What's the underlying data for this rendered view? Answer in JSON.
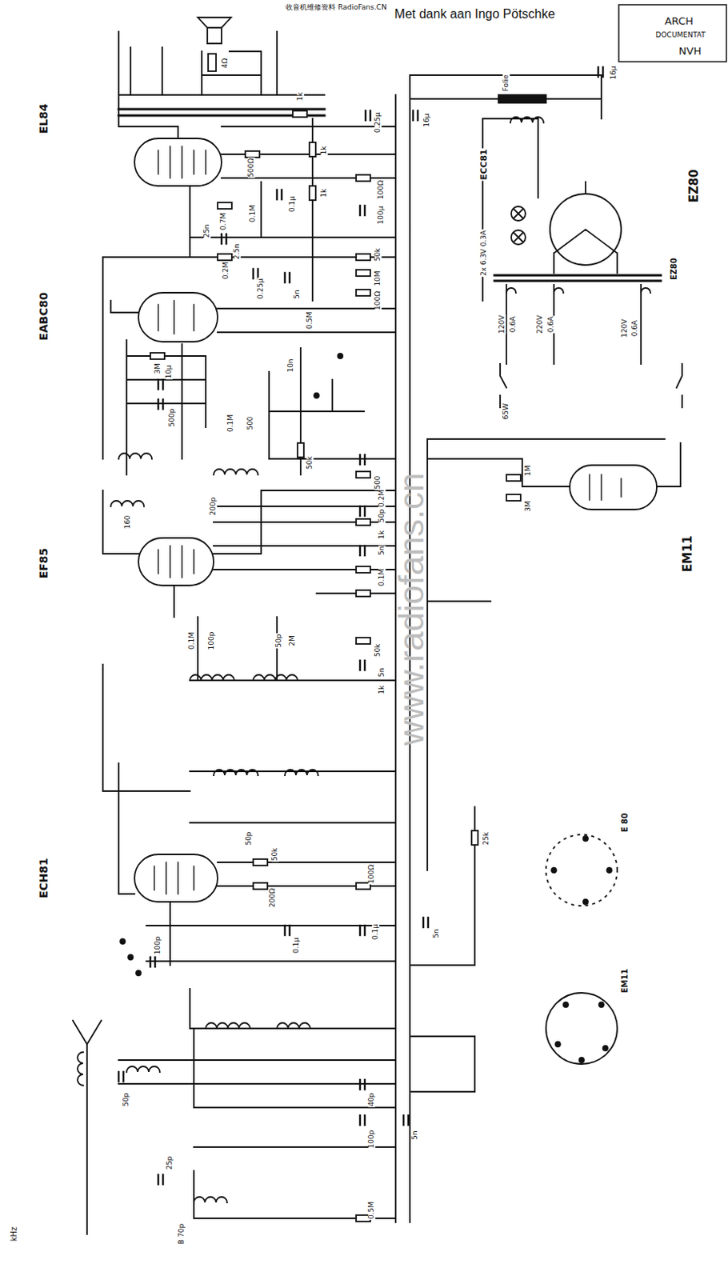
{
  "diagram": {
    "labels": [
      "收音机维修资料 RadioFans.CN",
      "Met dank aan Ingo Pötschke",
      "ARCH",
      "DOCUMENTAT",
      "NVH",
      "EL84",
      "EABC80",
      "EF85",
      "ECH81",
      "ECC81",
      "EZ80",
      "EZ80",
      "EM11",
      "E 80",
      "EM11",
      "www.radiofans.cn",
      "Folie",
      "16μ",
      "16μ",
      "0.25μ",
      "1k",
      "4Ω",
      "500Ω",
      "1k",
      "100Ω",
      "1k",
      "0.1μ",
      "100μ",
      "0.7M",
      "0.1M",
      "25n",
      "2.5n",
      "0.2M",
      "50k",
      "10M",
      "0.25μ",
      "5n",
      "100Ω",
      "0.5M",
      "3M",
      "10μ",
      "500p",
      "0.1M",
      "500",
      "10n",
      "50k",
      "500",
      "0.2M",
      "50p",
      "1k",
      "5n",
      "0.1M",
      "160",
      "200p",
      "0.1M",
      "100p",
      "50p",
      "2M",
      "50k",
      "5n",
      "1k",
      "2x 6.3V 0.3A",
      "120V",
      "0.6A",
      "220V",
      "0.6A",
      "120V",
      "0.6A",
      "65W",
      "1M",
      "3M",
      "50p",
      "50k",
      "200Ω",
      "0.1μ",
      "0.1μ",
      "100Ω",
      "25k",
      "5n",
      "100p",
      "50p",
      "40p",
      "25p",
      "0.5M",
      "kHz",
      "B 70p",
      "5n",
      "100p"
    ]
  }
}
